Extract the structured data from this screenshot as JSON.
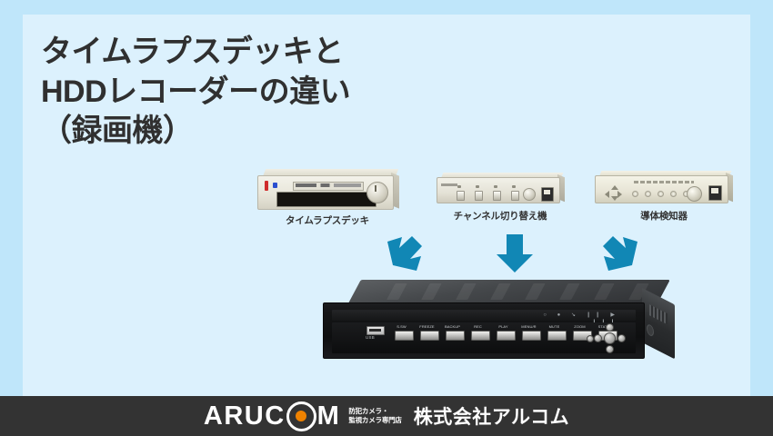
{
  "page": {
    "background_outer": "#bfe6fa",
    "background_panel": "#dcf1fd",
    "accent_arrow": "#1187b5",
    "footer_bg": "#333333",
    "logo_dot": "#ef8200"
  },
  "title": {
    "text": "タイムラプスデッキと\nHDDレコーダーの違い\n（録画機）",
    "line1": "タイムラプスデッキと",
    "line2": "HDDレコーダーの違い",
    "line3": "（録画機）"
  },
  "devices": [
    {
      "caption": "タイムラプスデッキ"
    },
    {
      "caption": "チャンネル切り替え機"
    },
    {
      "caption": "導体検知器"
    }
  ],
  "arrows": {
    "count": 3,
    "color": "#1187b5",
    "direction": [
      "down-right",
      "down",
      "down-left"
    ]
  },
  "dvr": {
    "usb_label": "USB",
    "front_icons": "○ ● ↘ ❙❙ ▶ ❙❙❙",
    "buttons": [
      "S.SW",
      "FREEZE",
      "BACKUP",
      "REC",
      "PLAY",
      "MENU/R",
      "MUTE",
      "ZOOM",
      "STATUS"
    ]
  },
  "footer": {
    "logo_part1": "ARUC",
    "logo_part2": "M",
    "tagline": "防犯カメラ・\n監視カメラ専門店",
    "tagline_line1": "防犯カメラ・",
    "tagline_line2": "監視カメラ専門店",
    "company": "株式会社アルコム"
  }
}
